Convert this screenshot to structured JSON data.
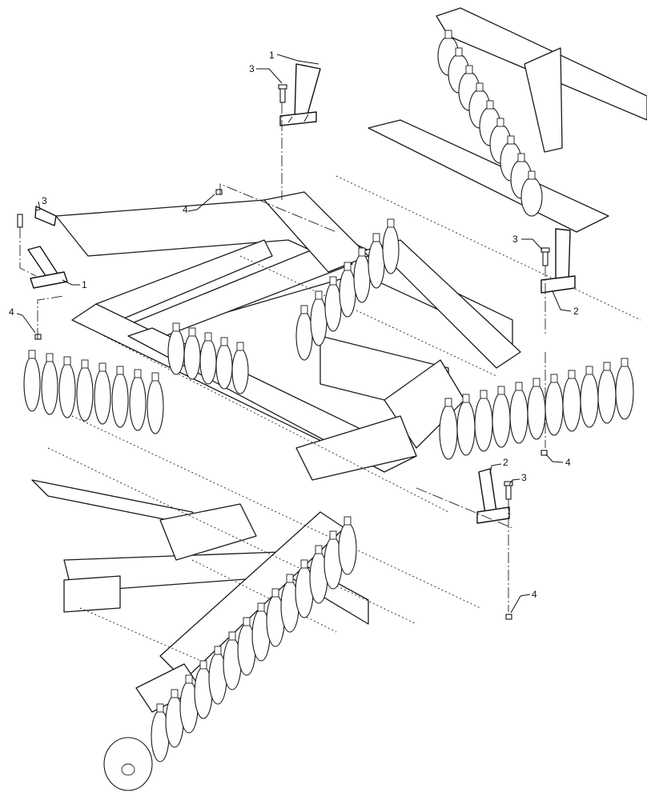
{
  "callouts": [
    {
      "id": "c1a",
      "number": "1"
    },
    {
      "id": "c3a",
      "number": "3"
    },
    {
      "id": "c3b",
      "number": "3"
    },
    {
      "id": "c1b",
      "number": "1"
    },
    {
      "id": "c4a",
      "number": "4"
    },
    {
      "id": "c4b",
      "number": "4"
    },
    {
      "id": "c3c",
      "number": "3"
    },
    {
      "id": "c2a",
      "number": "2"
    },
    {
      "id": "c2b",
      "number": "2"
    },
    {
      "id": "c3d",
      "number": "3"
    },
    {
      "id": "c4c",
      "number": "4"
    },
    {
      "id": "c4d",
      "number": "4"
    }
  ],
  "colors": {
    "line": "#1a1a1a",
    "background": "#ffffff"
  }
}
